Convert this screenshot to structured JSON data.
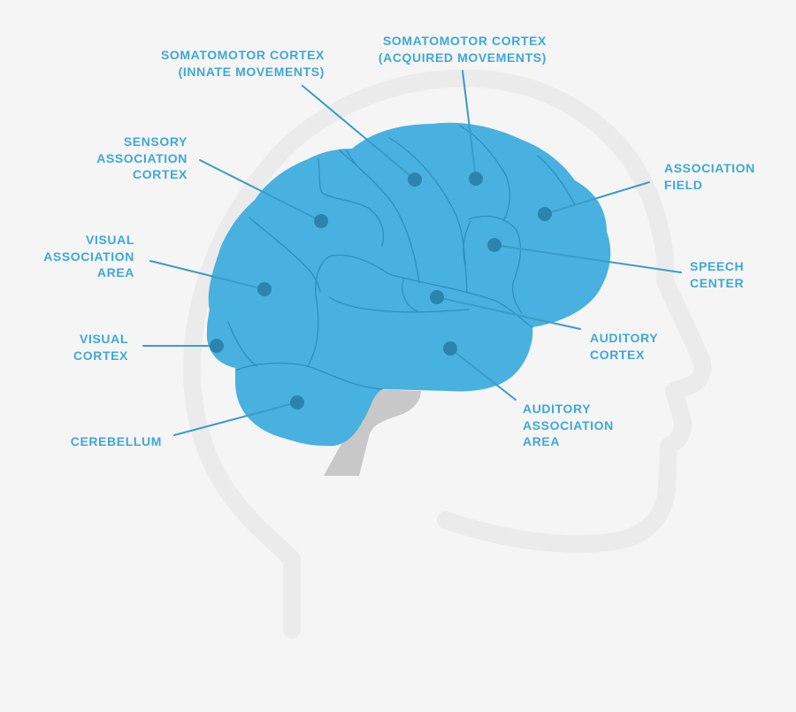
{
  "colors": {
    "background": "#f5f5f5",
    "head_outline": "#ebebeb",
    "brain_fill": "#48b1df",
    "brain_lines": "#2e8fbd",
    "brainstem": "#c8c8c8",
    "leader_line": "#3a9cc6",
    "dot": "#2b84af",
    "label_text": "#3ea8d6"
  },
  "labels": {
    "somatomotor_innate": [
      "SOMATOMOTOR CORTEX",
      "(INNATE MOVEMENTS)"
    ],
    "somatomotor_acquired": [
      "SOMATOMOTOR CORTEX",
      "(ACQUIRED MOVEMENTS)"
    ],
    "sensory_association": [
      "SENSORY",
      "ASSOCIATION",
      "CORTEX"
    ],
    "association_field": [
      "ASSOCIATION",
      "FIELD"
    ],
    "visual_association": [
      "VISUAL",
      "ASSOCIATION",
      "AREA"
    ],
    "speech_center": [
      "SPEECH",
      "CENTER"
    ],
    "visual_cortex": [
      "VISUAL",
      "CORTEX"
    ],
    "auditory_cortex": [
      "AUDITORY",
      "CORTEX"
    ],
    "cerebellum": [
      "CEREBELLUM"
    ],
    "auditory_association": [
      "AUDITORY",
      "ASSOCIATION",
      "AREA"
    ]
  }
}
